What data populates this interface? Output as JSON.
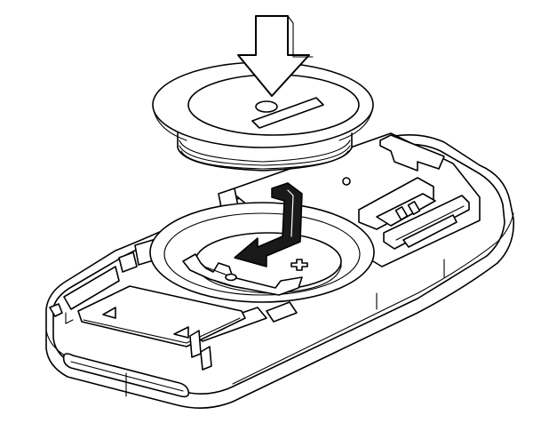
{
  "figure": {
    "components": [
      "battery-cover",
      "coin-battery",
      "battery-compartment",
      "remote-key-case",
      "circuit-board"
    ],
    "arrows": [
      {
        "name": "press-down-arrow",
        "style": "outline"
      },
      {
        "name": "battery-insert-arrow",
        "style": "solid"
      }
    ],
    "battery_symbol": "+",
    "colors": {
      "line": "#000000",
      "fill": "#ffffff",
      "solid_arrow": "#1a1a1a"
    }
  }
}
